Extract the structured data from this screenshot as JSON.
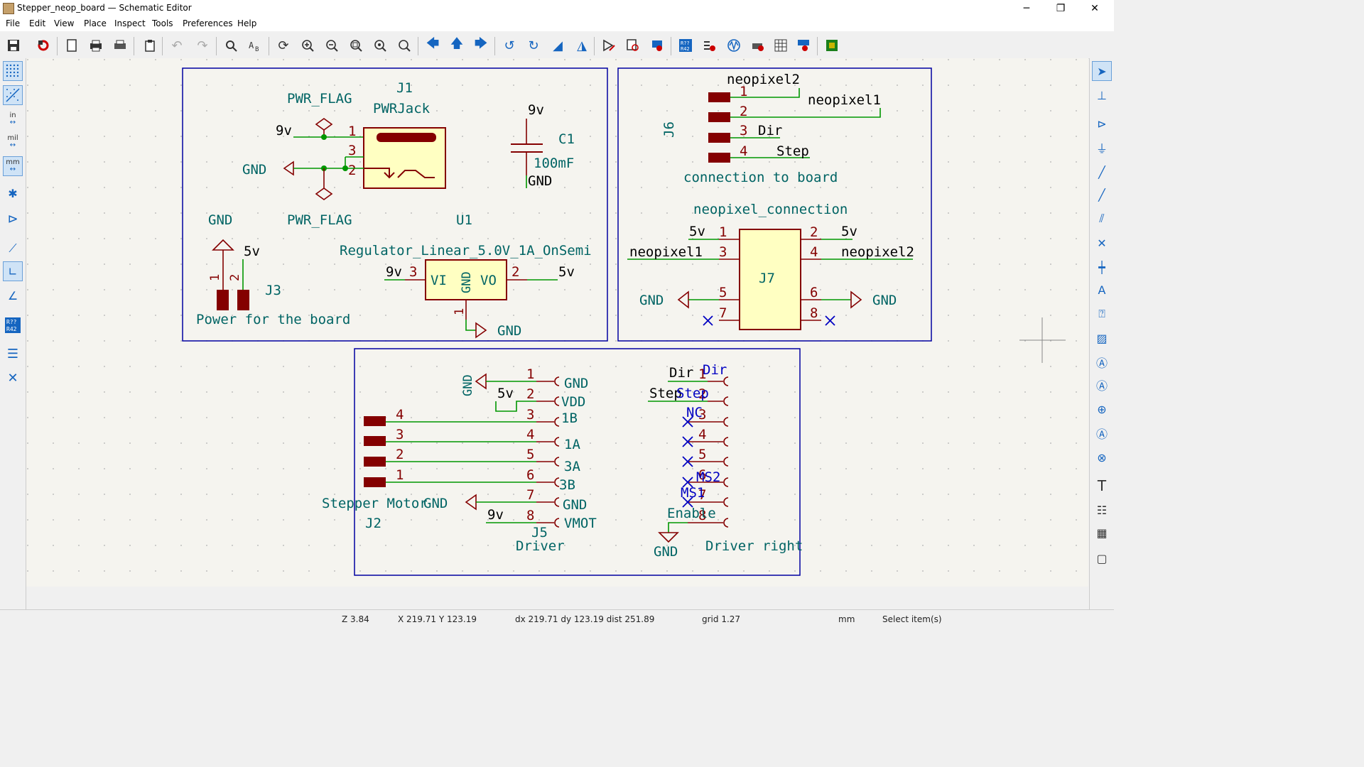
{
  "window": {
    "title": "Stepper_neop_board — Schematic Editor",
    "controls": [
      "─",
      "❐",
      "✕"
    ]
  },
  "menu": [
    "File",
    "Edit",
    "View",
    "Place",
    "Inspect",
    "Tools",
    "Preferences",
    "Help"
  ],
  "toolbar": {
    "icons": [
      "save-icon",
      "schematic-setup-icon",
      "page-settings-icon",
      "print-icon",
      "plot-icon",
      "paste-icon",
      "undo-icon",
      "redo-icon",
      "find-icon",
      "find-replace-icon",
      "refresh-icon",
      "zoom-in-icon",
      "zoom-out-icon",
      "zoom-fit-icon",
      "zoom-objects-icon",
      "zoom-selection-icon",
      "navigate-back-icon",
      "navigate-up-icon",
      "navigate-forward-icon",
      "rotate-ccw-icon",
      "rotate-cw-icon",
      "mirror-vertical-icon",
      "mirror-horizontal-icon",
      "symbol-editor-icon",
      "symbol-browser-icon",
      "footprint-assign-icon",
      "annotate-icon",
      "erc-icon",
      "simulator-icon",
      "netlist-icon",
      "bom-table-icon",
      "bom-export-icon",
      "pcb-editor-icon"
    ]
  },
  "left_toolbar": {
    "items": [
      "grid-dots-icon",
      "grid-overlay-icon",
      "in",
      "mil",
      "mm",
      "cursor-icon",
      "hierarchy-navigator-icon",
      "line-mode-free-icon",
      "line-mode-90-icon",
      "line-mode-45-icon",
      "annotation-icon",
      "properties-panel-icon",
      "tools-icon"
    ],
    "unit_in": "in",
    "unit_mil": "mil",
    "unit_mm": "mm"
  },
  "right_toolbar": {
    "items": [
      "select-icon",
      "highlight-net-icon",
      "add-symbol-icon",
      "add-power-icon",
      "add-wire-icon",
      "add-bus-icon",
      "add-bus-entry-icon",
      "no-connect-icon",
      "junction-icon",
      "net-label-icon",
      "global-label-icon",
      "hierarchical-label-icon",
      "hierarchical-sheet-icon",
      "import-sheet-pin-icon",
      "sheet-pin-icon",
      "add-image-icon",
      "add-text-icon",
      "add-textbox-icon",
      "add-table-icon",
      "add-rectangle-icon"
    ]
  },
  "schematic": {
    "power_section": {
      "pwr_flag_top": "PWR_FLAG",
      "pwr_flag_bottom": "PWR_FLAG",
      "j1_ref": "J1",
      "j1_value": "PWRJack",
      "net_9v": "9v",
      "net_gnd": "GND",
      "pin_1": "1",
      "pin_3": "3",
      "pin_2": "2",
      "c1_ref": "C1",
      "c1_value": "100mF",
      "c1_top": "9v",
      "c1_bottom": "GND",
      "gnd_label": "GND",
      "j3_5v": "5v",
      "j3_pin1": "1",
      "j3_pin2": "2",
      "j3_ref": "J3",
      "j3_value": "Power for the board",
      "u1_ref": "U1",
      "u1_value": "Regulator_Linear_5.0V_1A_OnSemi",
      "u1_in_net": "9v",
      "u1_pin_in": "3",
      "u1_vi": "VI",
      "u1_gnd": "GND",
      "u1_vo": "VO",
      "u1_pin_out": "2",
      "u1_out_net": "5v",
      "u1_pin_gnd": "1",
      "u1_gnd_net": "GND"
    },
    "neopixel_section": {
      "j6_ref": "J6",
      "j6_pins": [
        "1",
        "2",
        "3",
        "4"
      ],
      "j6_nets": [
        "neopixel2",
        "neopixel1",
        "Dir",
        "Step"
      ],
      "j6_value": "connection to board",
      "j7_title": "neopixel_connection",
      "j7_ref": "J7",
      "left_pins": [
        "1",
        "3",
        "5",
        "7"
      ],
      "right_pins": [
        "2",
        "4",
        "6",
        "8"
      ],
      "net_5v_left": "5v",
      "net_5v_right": "5v",
      "net_np1": "neopixel1",
      "net_np2": "neopixel2",
      "net_gnd_left": "GND",
      "net_gnd_right": "GND"
    },
    "driver_section": {
      "j5_ref": "J5",
      "j5_value": "Driver",
      "j5_pins": [
        "1",
        "2",
        "3",
        "4",
        "5",
        "6",
        "7",
        "8"
      ],
      "j5_pin_names": [
        "GND",
        "VDD",
        "1B",
        "1A",
        "3A",
        "3B",
        "GND",
        "VMOT"
      ],
      "j5_gnd_top": "GND",
      "j5_5v": "5v",
      "j5_gnd_bottom": "GND",
      "j5_9v": "9v",
      "j2_ref": "J2",
      "j2_value": "Stepper Motor",
      "j2_pins": [
        "4",
        "3",
        "2",
        "1"
      ],
      "right_value": "Driver right",
      "right_pins": [
        "1",
        "2",
        "3",
        "4",
        "5",
        "6",
        "7",
        "8"
      ],
      "right_net_dir": "Dir",
      "right_label_dir": "Dir",
      "right_net_step": "Step",
      "right_label_step": "Step",
      "right_nc": "NC",
      "right_ms2": "MS2",
      "right_ms1": "MS1",
      "right_enable": "Enable",
      "right_gnd": "GND"
    }
  },
  "status": {
    "zoom": "Z 3.84",
    "cursor": "X 219.71  Y 123.19",
    "delta": "dx 219.71  dy 123.19  dist 251.89",
    "grid": "grid 1.27",
    "units": "mm",
    "mode": "Select item(s)"
  },
  "colors": {
    "wire": "#009600",
    "symbol": "#840000",
    "symbol_fill": "#ffffc2",
    "text_teal": "#006464",
    "label_blue": "#0000c2",
    "sheet_border": "#0000a0",
    "canvas": "#f5f4ef"
  }
}
